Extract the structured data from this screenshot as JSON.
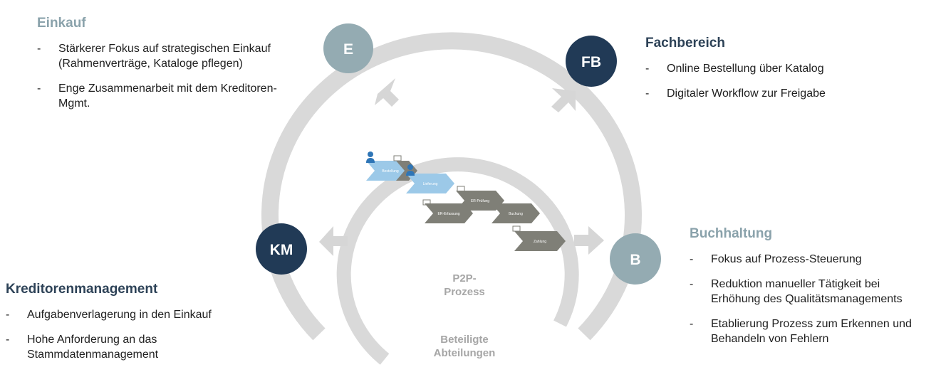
{
  "panels": {
    "einkauf": {
      "title": "Einkauf",
      "items": [
        "Stärkerer Fokus auf strategischen Einkauf (Rahmenverträge, Kataloge pflegen)",
        "Enge Zusammenarbeit mit dem Kreditoren-Mgmt."
      ]
    },
    "fachbereich": {
      "title": "Fachbereich",
      "items": [
        "Online Bestellung über Katalog",
        "Digitaler Workflow zur Freigabe"
      ]
    },
    "buchhaltung": {
      "title": "Buchhaltung",
      "items": [
        "Fokus auf Prozess-Steuerung",
        "Reduktion manueller Tätigkeit bei Erhöhung des Qualitätsmanagements",
        "Etablierung Prozess zum Erkennen und Behandeln von Fehlern"
      ]
    },
    "kreditoren": {
      "title": "Kreditorenmanagement",
      "items": [
        "Aufgabenverlagerung in den Einkauf",
        "Hohe Anforderung an das Stammdatenmanagement"
      ]
    }
  },
  "nodes": {
    "e": "E",
    "fb": "FB",
    "b": "B",
    "km": "KM"
  },
  "center": {
    "process_label": "P2P-\nProzess",
    "departments_label": "Beteiligte\nAbteilungen"
  },
  "process_steps": {
    "bestellung": "Bestellung",
    "lieferung": "Lieferung",
    "er_erfassung": "ER-Erfassung",
    "er_pruefung": "ER-Prüfung",
    "buchung": "Buchung",
    "zahlung": "Zahlung"
  },
  "colors": {
    "light_node": "#94abb2",
    "dark_node": "#213a56",
    "ring": "#d9d9d9",
    "arrow": "#d6d6d6",
    "step_blue": "#9cc9e8",
    "step_gray": "#7f7f77",
    "person_icon": "#2e75b6"
  }
}
